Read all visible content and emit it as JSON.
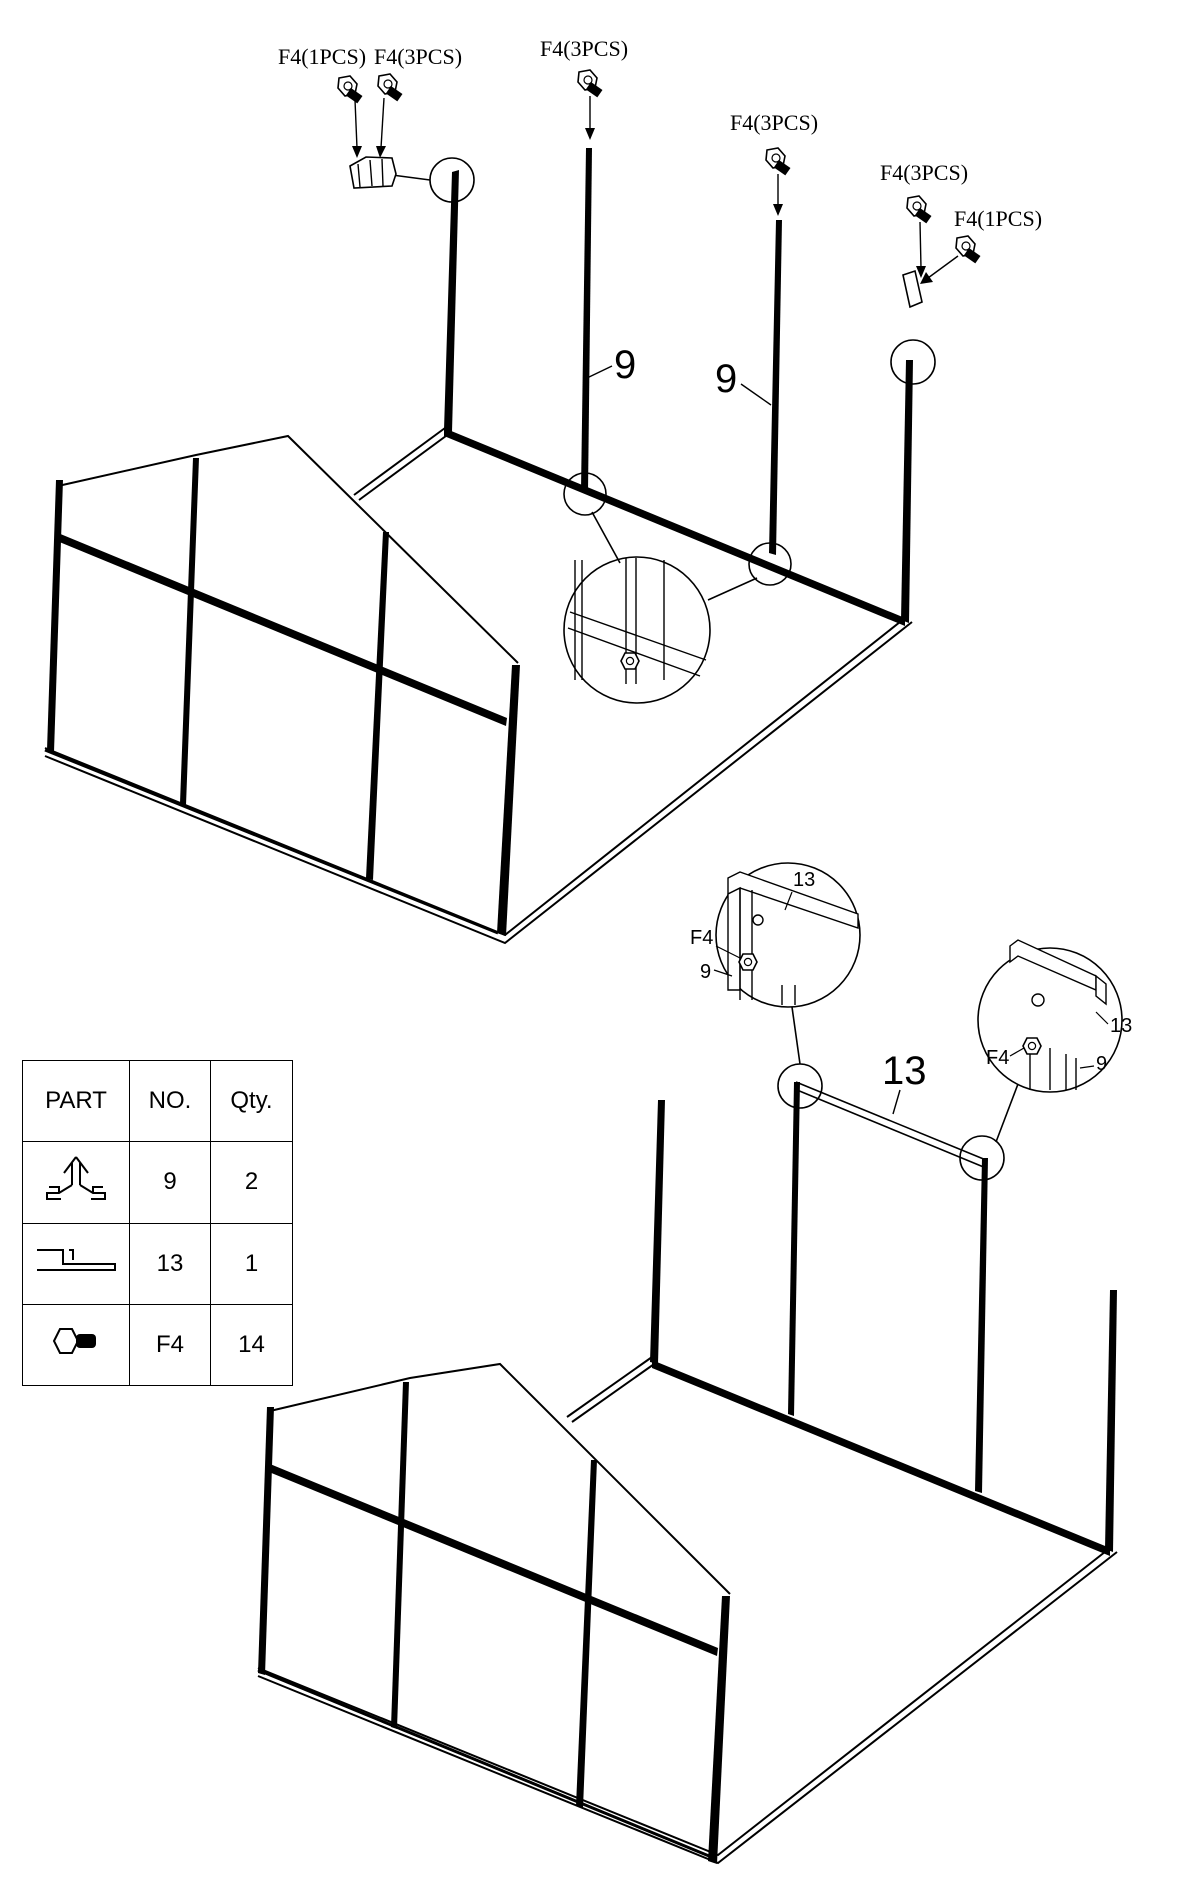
{
  "diagram": {
    "top": {
      "callouts": {
        "bolt_group_1_a": "F4(1PCS)",
        "bolt_group_1_b": "F4(3PCS)",
        "bolt_group_2": "F4(3PCS)",
        "bolt_group_3": "F4(3PCS)",
        "bolt_group_4_a": "F4(3PCS)",
        "bolt_group_4_b": "F4(1PCS)"
      },
      "post_label_1": "9",
      "post_label_2": "9"
    },
    "bottom": {
      "beam_label": "13",
      "detail_left": {
        "beam": "13",
        "bolt": "F4",
        "post": "9"
      },
      "detail_right": {
        "beam": "13",
        "bolt": "F4",
        "post": "9"
      }
    }
  },
  "parts_table": {
    "headers": [
      "PART",
      "NO.",
      "Qty."
    ],
    "rows": [
      {
        "icon": "post-profile-icon",
        "no": "9",
        "qty": "2"
      },
      {
        "icon": "beam-profile-icon",
        "no": "13",
        "qty": "1"
      },
      {
        "icon": "bolt-icon",
        "no": "F4",
        "qty": "14"
      }
    ]
  }
}
